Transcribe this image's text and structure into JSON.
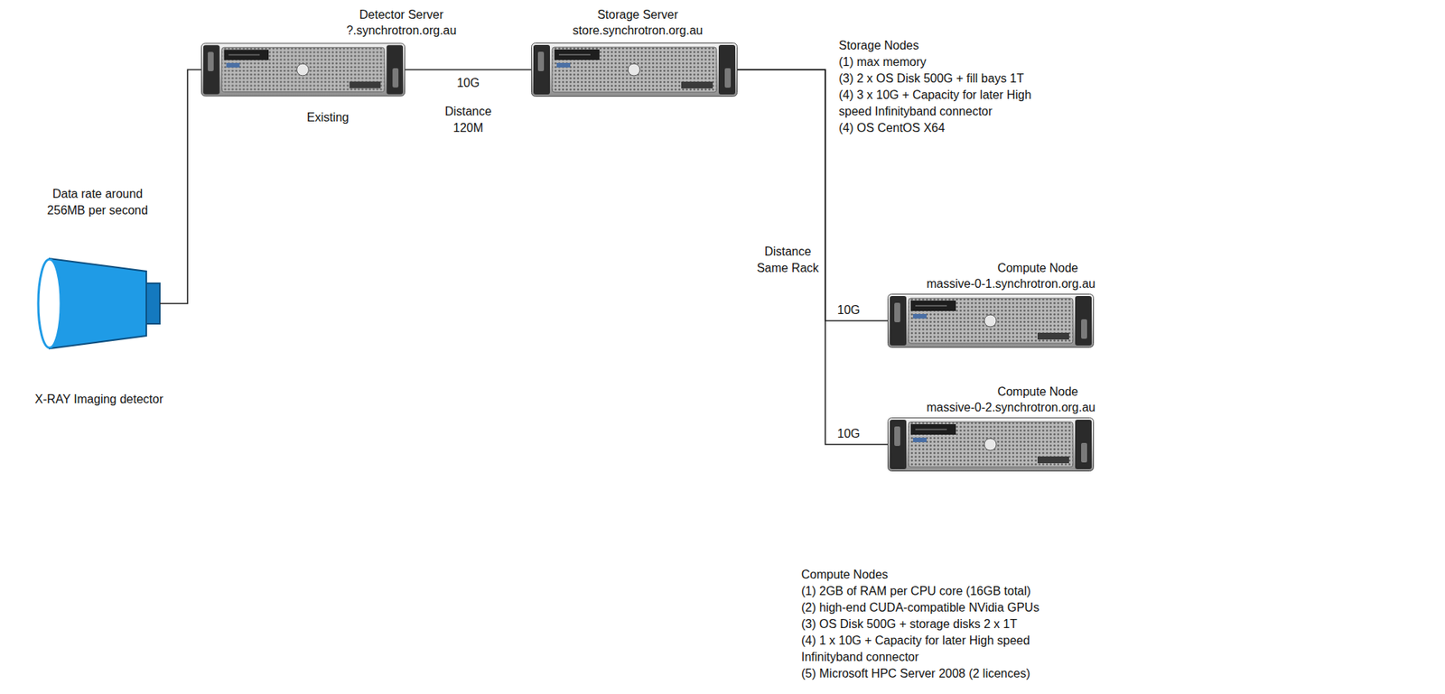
{
  "diagram": {
    "nodes": [
      {
        "text": [
          "X-RAY Imaging detector"
        ]
      },
      {
        "text": [
          "Detector Server",
          "?.synchrotron.org.au",
          "Existing"
        ]
      },
      {
        "text": [
          "Storage Server",
          "store.synchrotron.org.au"
        ]
      },
      {
        "text": [
          "Compute Node",
          "massive-0-1.synchrotron.org.au"
        ]
      },
      {
        "text": [
          "Compute Node",
          "massive-0-2.synchrotron.org.au"
        ]
      }
    ],
    "edges": [
      {
        "from": 0,
        "to": 1,
        "arrow": "none"
      },
      {
        "from": 1,
        "to": 2,
        "label": "10G",
        "arrow": "none"
      },
      {
        "from": 2,
        "to": 3,
        "label": "10G",
        "arrow": "none"
      },
      {
        "from": 2,
        "to": 4,
        "label": "10G",
        "arrow": "none"
      }
    ],
    "labels": [
      "Data rate around 256MB per second",
      "Distance 120M",
      "Storage Nodes",
      "(1) max memory",
      "(3) 2 x OS Disk 500G + fill bays 1T",
      "(4) 3 x 10G + Capacity for later High speed Infinityband connector",
      "(4) OS CentOS X64",
      "Distance Same Rack",
      "Compute Nodes",
      "(1) 2GB of RAM per CPU core (16GB total)",
      "(2) high-end CUDA-compatible NVidia GPUs",
      "(3) OS Disk 500G + storage disks 2 x 1T",
      "(4) 1 x 10G + Capacity for later High speed Infinityband connector",
      "(5) Microsoft HPC Server 2008 (2 licences)"
    ]
  }
}
